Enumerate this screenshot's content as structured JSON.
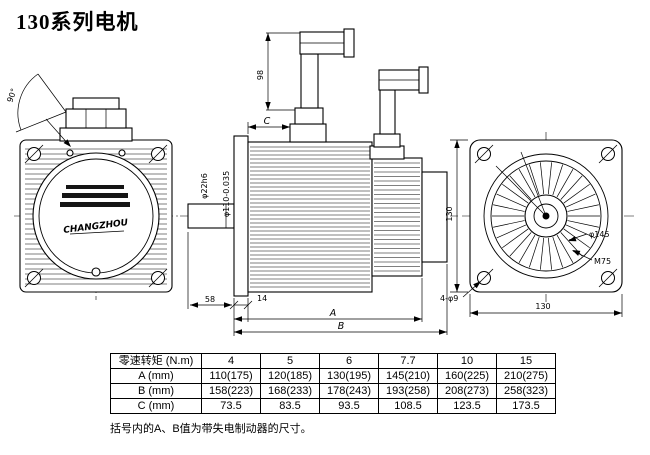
{
  "title": "130系列电机",
  "views": {
    "front": {
      "angle_label": "90°",
      "nameplate_brand": "CHANGZHOU"
    },
    "side": {
      "dim_height": "98",
      "dim_spigot": "φ110-0.035",
      "dim_shaft": "φ22h6",
      "dim_shaft_len": "58",
      "dim_flange_thk": "14",
      "dim_a": "A",
      "dim_b": "B",
      "dim_c": "C"
    },
    "rear": {
      "dim_width": "130",
      "dim_height": "130",
      "dim_holes": "4-φ9",
      "dim_bolt_circle": "φ145",
      "dim_thread": "M75"
    }
  },
  "table": {
    "header": [
      "零速转矩 (N.m)",
      "4",
      "5",
      "6",
      "7.7",
      "10",
      "15"
    ],
    "rows": [
      {
        "label": "A (mm)",
        "values": [
          "110(175)",
          "120(185)",
          "130(195)",
          "145(210)",
          "160(225)",
          "210(275)"
        ]
      },
      {
        "label": "B (mm)",
        "values": [
          "158(223)",
          "168(233)",
          "178(243)",
          "193(258)",
          "208(273)",
          "258(323)"
        ]
      },
      {
        "label": "C (mm)",
        "values": [
          "73.5",
          "83.5",
          "93.5",
          "108.5",
          "123.5",
          "173.5"
        ]
      }
    ]
  },
  "note": "括号内的A、B值为带失电制动器的尺寸。"
}
